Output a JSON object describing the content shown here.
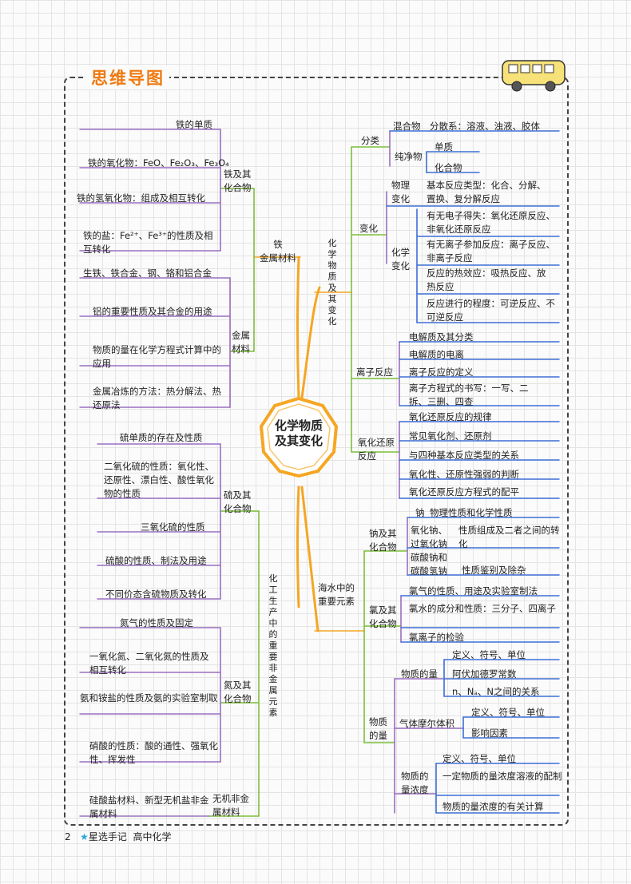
{
  "header": {
    "title": "思维导图"
  },
  "center": {
    "line1": "化学物质",
    "line2": "及其变化"
  },
  "footer": {
    "page": "2",
    "book": "星选手记",
    "subject": "高中化学"
  },
  "left": {
    "iron": {
      "title": "铁\n金属材料",
      "compound": {
        "label": "铁及其\n化合物",
        "items": [
          "铁的单质",
          "铁的氧化物：FeO、Fe₂O₃、Fe₃O₄",
          "铁的氢氧化物：组成及相互转化",
          "铁的盐：Fe²⁺、Fe³⁺的性质及相互转化"
        ]
      },
      "metal": {
        "label": "金属\n材料",
        "items": [
          "生铁、铁合金、钢、铬和铝合金",
          "铝的重要性质及其合金的用途",
          "物质的量在化学方程式计算中的应用",
          "金属冶炼的方法：热分解法、热还原法"
        ]
      }
    },
    "nonmetal": {
      "title": "化\n工\n生\n产\n中\n的\n重\n要\n非\n金\n属\n元\n素",
      "sulfur": {
        "label": "硫及其\n化合物",
        "items": [
          "硫单质的存在及性质",
          "二氧化硫的性质：氧化性、还原性、漂白性、酸性氧化物的性质",
          "三氧化硫的性质",
          "硫酸的性质、制法及用途",
          "不同价态含硫物质及转化"
        ]
      },
      "nitrogen": {
        "label": "氮及其\n化合物",
        "items": [
          "氮气的性质及固定",
          "一氧化氮、二氧化氮的性质及相互转化",
          "氨和铵盐的性质及氨的实验室制取",
          "硝酸的性质：酸的通性、强氧化性、挥发性"
        ]
      },
      "inorganic": {
        "label": "无机非金\n属材料",
        "items": [
          "硅酸盐材料、新型无机盐非金属材料"
        ]
      }
    }
  },
  "right": {
    "change": {
      "title": "化\n学\n物\n质\n及\n其\n变\n化",
      "classify": {
        "label": "分类",
        "mixture": "混合物",
        "mixture_item": "分散系：溶液、浊液、胶体",
        "pure": "纯净物",
        "pure_items": [
          "单质",
          "化合物"
        ]
      },
      "reaction": {
        "label": "变化",
        "physical": "物理\n变化",
        "physical_item": "基本反应类型：化合、分解、置换、复分解反应",
        "chemical": "化学\n变化",
        "chemical_items": [
          "有无电子得失：氧化还原反应、非氧化还原反应",
          "有无离子参加反应：离子反应、非离子反应",
          "反应的热效应：吸热反应、放热反应",
          "反应进行的程度：可逆反应、不可逆反应"
        ]
      },
      "ionic": {
        "label": "离子反应",
        "items": [
          "电解质及其分类",
          "电解质的电离",
          "离子反应的定义",
          "离子方程式的书写：一写、二拆、三删、四查"
        ]
      },
      "redox": {
        "label": "氧化还原\n反应",
        "items": [
          "氧化还原反应的规律",
          "常见氧化剂、还原剂",
          "与四种基本反应类型的关系",
          "氧化性、还原性强弱的判断",
          "氧化还原反应方程式的配平"
        ]
      }
    },
    "sea": {
      "title": "海水中的\n重要元素",
      "sodium": {
        "label": "钠及其\n化合物",
        "na": "钠",
        "na_item": "物理性质和化学性质",
        "peroxide": "氧化钠、\n过氧化钠",
        "peroxide_item": "性质组成及二者之间的转化",
        "carbonate": "碳酸钠和\n碳酸氢钠",
        "carbonate_item": "性质鉴别及除杂"
      },
      "chlorine": {
        "label": "氯及其\n化合物",
        "items": [
          "氯气的性质、用途及实验室制法",
          "氯水的成分和性质：三分子、四离子",
          "氯离子的检验"
        ]
      },
      "amount": {
        "label": "物质\n的量",
        "mole": {
          "label": "物质的量",
          "items": [
            "定义、符号、单位",
            "阿伏加德罗常数",
            "n、Nₐ、N之间的关系"
          ]
        },
        "gas": {
          "label": "气体摩尔体积",
          "items": [
            "定义、符号、单位",
            "影响因素"
          ]
        },
        "conc": {
          "label": "物质的\n量浓度",
          "items": [
            "定义、符号、单位",
            "一定物质的量浓度溶液的配制",
            "物质的量浓度的有关计算"
          ]
        }
      }
    }
  },
  "colors": {
    "title": "#f07a10",
    "center": "#f5a623",
    "green": "#7dbf3a",
    "purple": "#9a6fc2",
    "blue": "#3d6fd6"
  }
}
